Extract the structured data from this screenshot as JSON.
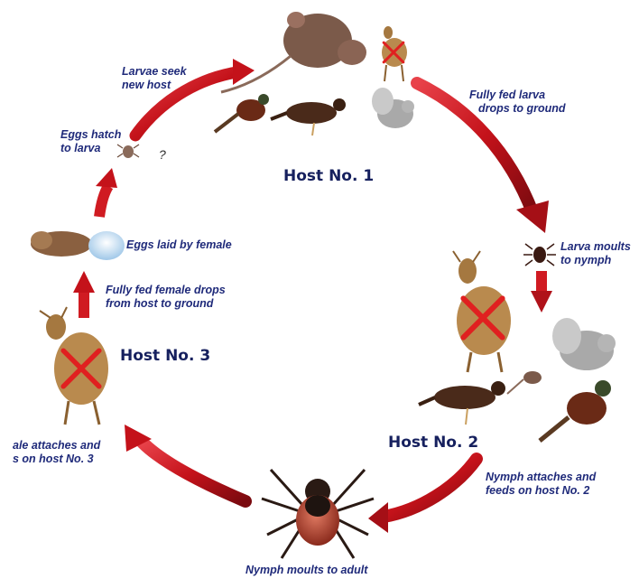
{
  "colors": {
    "arrow": "#c4121a",
    "arrow_dark": "#7a0a0f",
    "text": "#1f2a7a",
    "host_text": "#16205e",
    "cross": "#e02020",
    "deer": "#b98a4e",
    "background": "#ffffff"
  },
  "hosts": {
    "host1": "Host No. 1",
    "host2": "Host No. 2",
    "host3": "Host No. 3"
  },
  "stages": {
    "larvae_seek": [
      "Larvae seek",
      "new host"
    ],
    "fed_larva": [
      "Fully fed larva",
      "drops to ground"
    ],
    "larva_moults": [
      "Larva moults",
      "to nymph"
    ],
    "nymph_attaches": [
      "Nymph attaches and",
      "feeds on host No. 2"
    ],
    "nymph_moults": [
      "Nymph moults to adult"
    ],
    "female_attaches": [
      "ale attaches and",
      "s on host No. 3"
    ],
    "female_drops": [
      "Fully fed female drops",
      "from host to ground"
    ],
    "eggs_laid": [
      "Eggs laid by female"
    ],
    "eggs_hatch": [
      "Eggs hatch",
      "to larva"
    ]
  },
  "question_mark": "?",
  "icons": [
    "mouse-icon",
    "deer-icon",
    "bird-icon",
    "squirrel-icon",
    "pheasant-icon",
    "tick-icon",
    "egg-mass-icon",
    "cross-mark-icon",
    "arrow-icon"
  ]
}
